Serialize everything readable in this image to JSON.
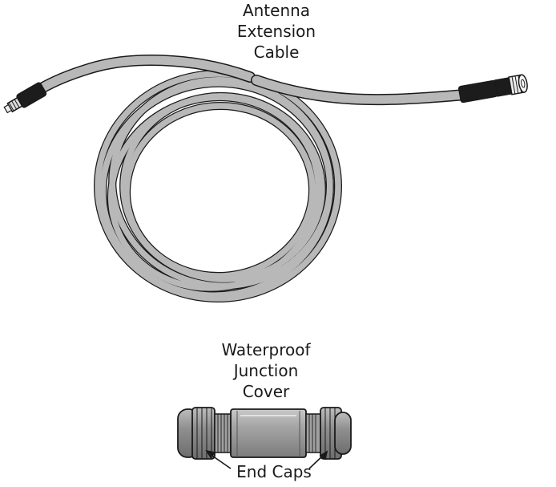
{
  "labels": {
    "antenna": [
      "Antenna",
      "Extension",
      "Cable"
    ],
    "junction": [
      "Waterproof",
      "Junction",
      "Cover"
    ],
    "end_caps": "End Caps"
  },
  "colors": {
    "cable_fill": "#b8b8b8",
    "outline": "#1a1a1a",
    "boot_black": "#1c1c1c",
    "cover_fill": "#9a9a9a"
  },
  "icons": [
    "antenna-extension-cable",
    "waterproof-junction-cover"
  ]
}
